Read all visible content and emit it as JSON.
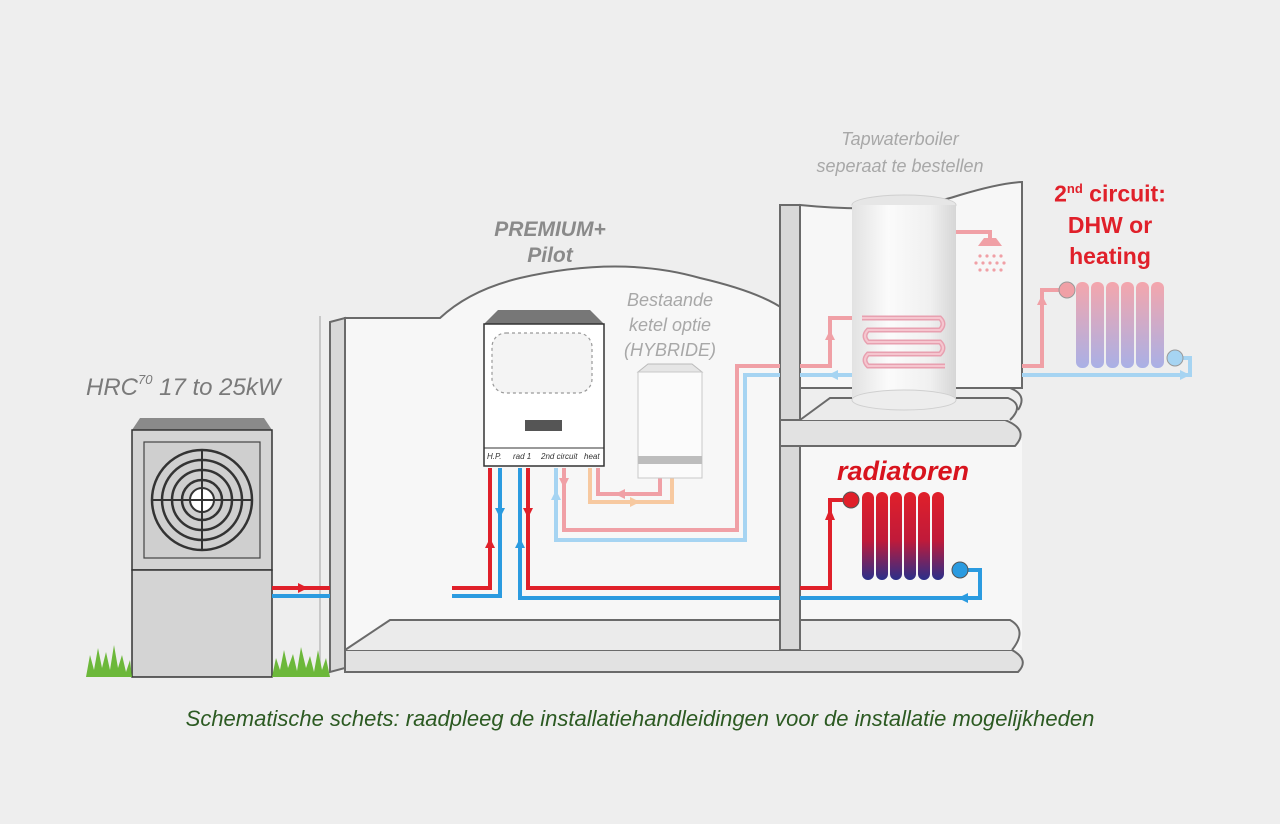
{
  "diagram": {
    "heat_pump": {
      "label_prefix": "HRC",
      "label_sup": "70",
      "label_suffix": " 17 to 25kW"
    },
    "controller": {
      "title_line1": "PREMIUM+",
      "title_line2": "Pilot",
      "ports": [
        "H.P.",
        "rad 1",
        "2nd circuit",
        "heat"
      ]
    },
    "existing_boiler": {
      "line1": "Bestaande",
      "line2": "ketel optie",
      "line3": "(HYBRIDE)"
    },
    "tap_boiler": {
      "line1": "Tapwaterboiler",
      "line2": "seperaat te bestellen"
    },
    "second_circuit": {
      "line1_num": "2",
      "line1_sup": "nd",
      "line1_rest": " circuit:",
      "line2": "DHW or",
      "line3": "heating"
    },
    "radiators": {
      "label": "radiatoren"
    },
    "caption": "Schematische schets: raadpleeg de installatiehandleidingen voor de installatie mogelijkheden",
    "colors": {
      "supply_red": "#e0202a",
      "return_blue": "#2b9be0",
      "light_red": "#f0a0a6",
      "light_blue": "#a6d4f2",
      "boiler_orange": "#f7c9a0",
      "caption_green": "#2c5a22",
      "wall": "#e4e4e4",
      "background": "#eeeeee"
    }
  }
}
